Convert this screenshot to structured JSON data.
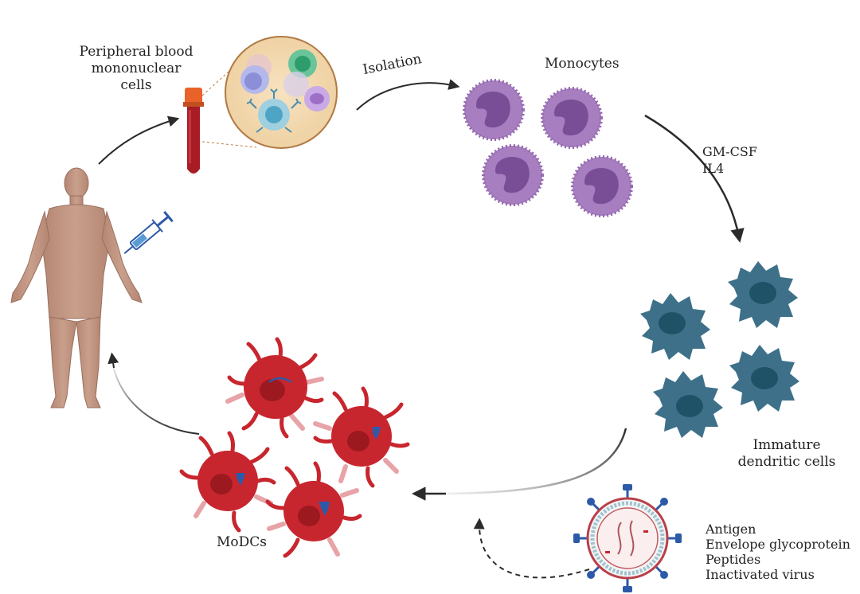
{
  "labels": {
    "pbmc": [
      "Peripheral blood",
      "mononuclear",
      "cells"
    ],
    "isolation": "Isolation",
    "monocytes": "Monocytes",
    "cytokines": [
      "GM-CSF",
      "IL4"
    ],
    "immature_dc": [
      "Immature",
      "dendritic cells"
    ],
    "antigen_list": [
      "Antigen",
      "Envelope glycoprotein",
      "Peptides",
      "Inactivated virus"
    ],
    "modcs": "MoDCs"
  },
  "colors": {
    "skin": "#c09582",
    "monocyte": "#a77fc0",
    "monocyte_nucleus": "#7a4e96",
    "immature_dc": "#3e7189",
    "immature_dc_nucleus": "#1f5267",
    "modc": "#c8262e",
    "modc_nucleus": "#9c1920",
    "blood": "#a81d25",
    "tube_cap": "#e8622a",
    "virus_spike": "#2d5aa8",
    "arrow": "#2b2b2b"
  }
}
